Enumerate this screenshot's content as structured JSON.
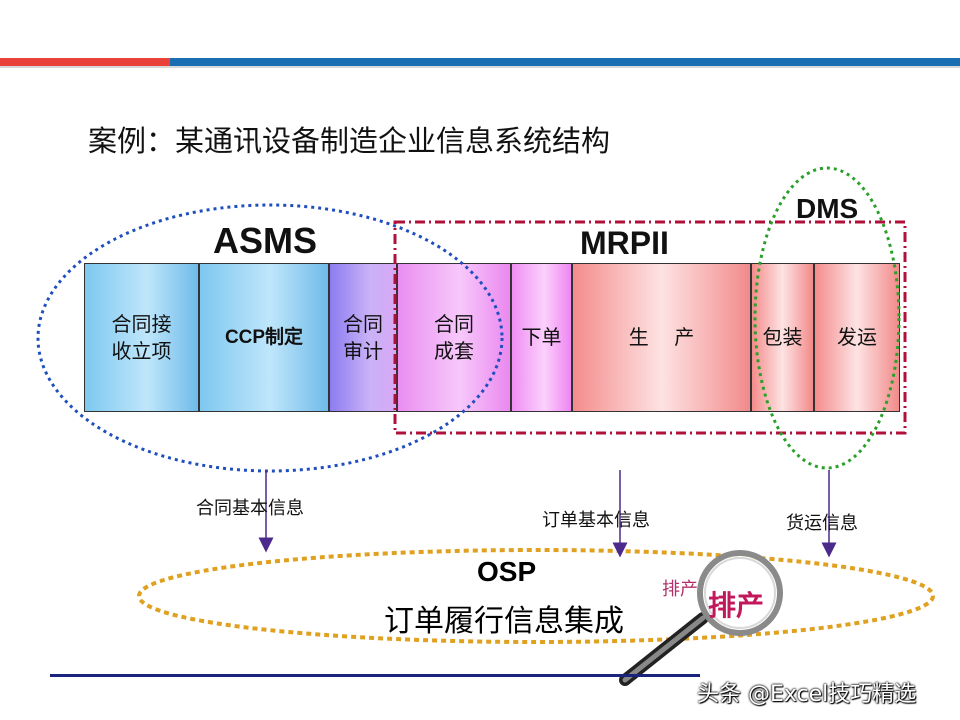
{
  "title": "案例：某通讯设备制造企业信息系统结构",
  "systems": {
    "asms": "ASMS",
    "mrpii": "MRPII",
    "dms": "DMS"
  },
  "process_boxes": [
    {
      "label_line1": "合同接",
      "label_line2": "收立项"
    },
    {
      "label_line1": "CCP制定",
      "label_line2": ""
    },
    {
      "label_line1": "合同",
      "label_line2": "审计"
    },
    {
      "label_line1": "合同",
      "label_line2": "成套"
    },
    {
      "label_line1": "下单",
      "label_line2": ""
    },
    {
      "label_line1": "生    产",
      "label_line2": ""
    },
    {
      "label_line1": "包装",
      "label_line2": ""
    },
    {
      "label_line1": "发运",
      "label_line2": ""
    }
  ],
  "info_flows": {
    "contract": "合同基本信息",
    "order": "订单基本信息",
    "shipping": "货运信息"
  },
  "osp": {
    "title": "OSP",
    "subtitle": "订单履行信息集成"
  },
  "magnifier": {
    "small_text": "排产",
    "big_text": "排产"
  },
  "watermark": "头条 @Excel技巧精选",
  "colors": {
    "asms_outline": "#1f4fbf",
    "mrpii_outline": "#b0103a",
    "dms_outline": "#2aa02a",
    "osp_outline": "#e0a020",
    "arrow": "#4b2a8c"
  }
}
